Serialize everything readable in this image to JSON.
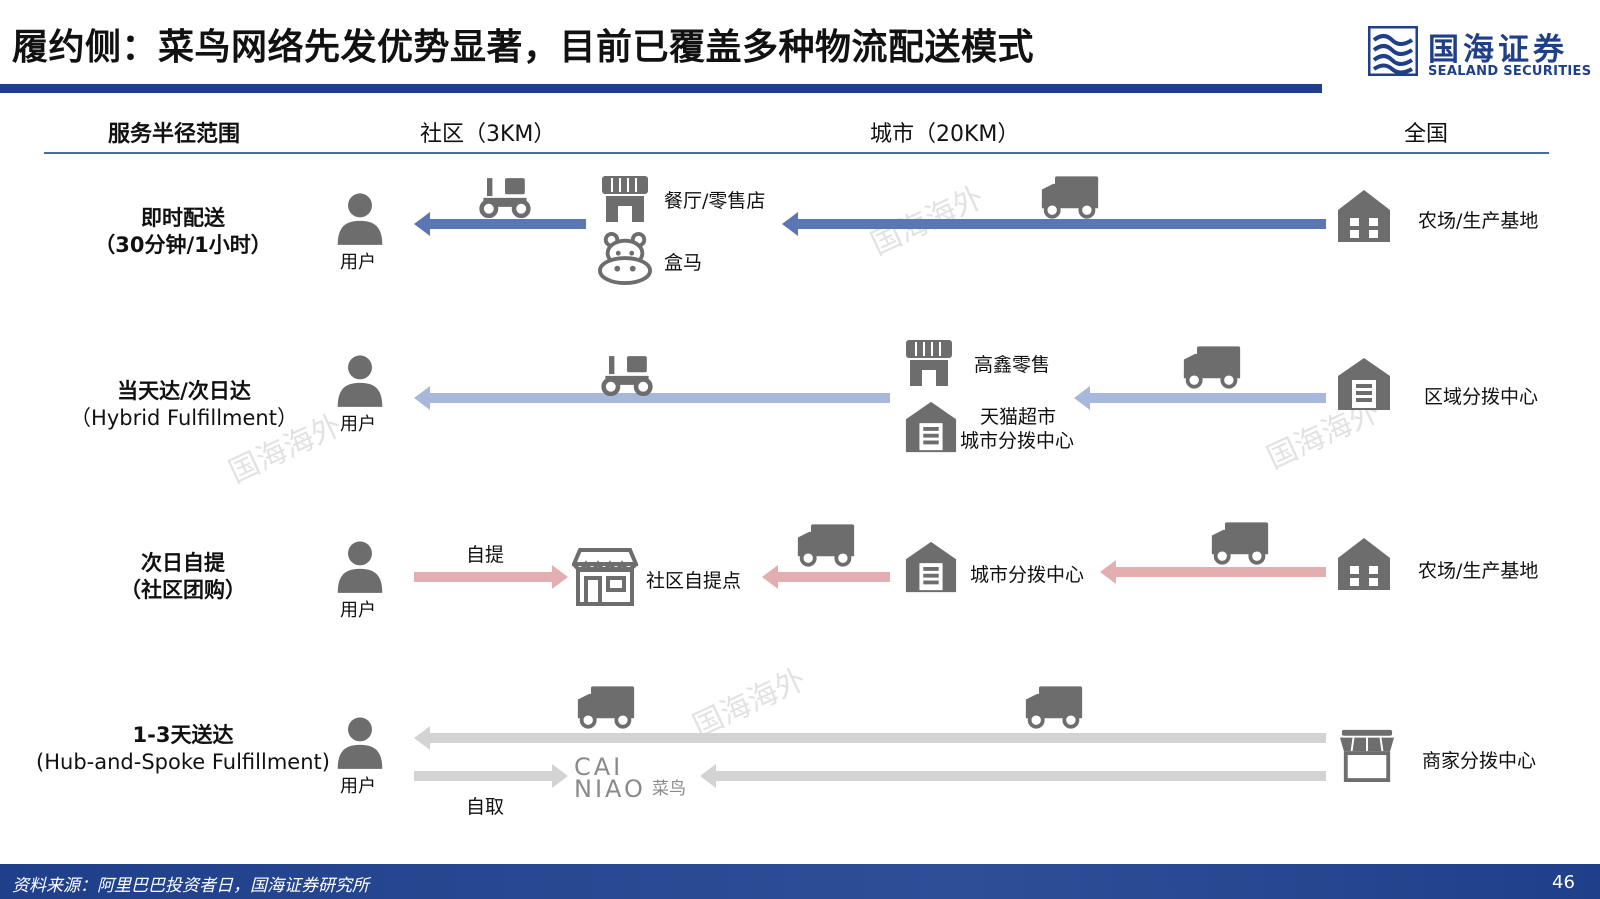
{
  "title": "履约侧：菜鸟网络先发优势显著，目前已覆盖多种物流配送模式",
  "logo": {
    "name": "国海证券",
    "sub": "SEALAND SECURITIES"
  },
  "header": {
    "col0": "服务半径范围",
    "col1": "社区（3KM）",
    "col2": "城市（20KM）",
    "col3": "全国"
  },
  "rows": [
    {
      "title": "即时配送",
      "subtitle": "（30分钟/1小时）",
      "user": "用户",
      "labels": {
        "restaurant": "餐厅/零售店",
        "hema": "盒马",
        "origin": "农场/生产基地"
      }
    },
    {
      "title": "当天达/次日达",
      "subtitle": "（Hybrid Fulfillment）",
      "user": "用户",
      "labels": {
        "gaoxin": "高鑫零售",
        "tmall_line1": "天猫超市",
        "tmall_line2": "城市分拨中心",
        "origin": "区域分拨中心"
      }
    },
    {
      "title": "次日自提",
      "subtitle": "（社区团购）",
      "user": "用户",
      "labels": {
        "self_pick": "自提",
        "community": "社区自提点",
        "city_hub": "城市分拨中心",
        "origin": "农场/生产基地"
      }
    },
    {
      "title": "1-3天送达",
      "subtitle": "(Hub-and-Spoke Fulfillment)",
      "user": "用户",
      "labels": {
        "self_take": "自取",
        "cainiao_l1": "CAI",
        "cainiao_l2": "NIAO",
        "cainiao_cn": "菜鸟",
        "origin": "商家分拨中心"
      }
    }
  ],
  "watermark": "国海海外",
  "footer": {
    "source": "资料来源：阿里巴巴投资者日，国海证券研究所",
    "page": "46"
  },
  "colors": {
    "brand": "#1f3f8a",
    "row1_arrow": "#5b77b3",
    "row2_arrow": "#a7b8db",
    "row3_arrow": "#e3aeb0",
    "row4_arrow": "#d3d3d3",
    "icon_gray": "#6d6d6d"
  },
  "icons": [
    "person-icon",
    "scooter-icon",
    "truck-icon",
    "store-icon",
    "hippo-icon",
    "warehouse-icon",
    "farm-icon",
    "shop-icon",
    "awning-store-icon"
  ]
}
